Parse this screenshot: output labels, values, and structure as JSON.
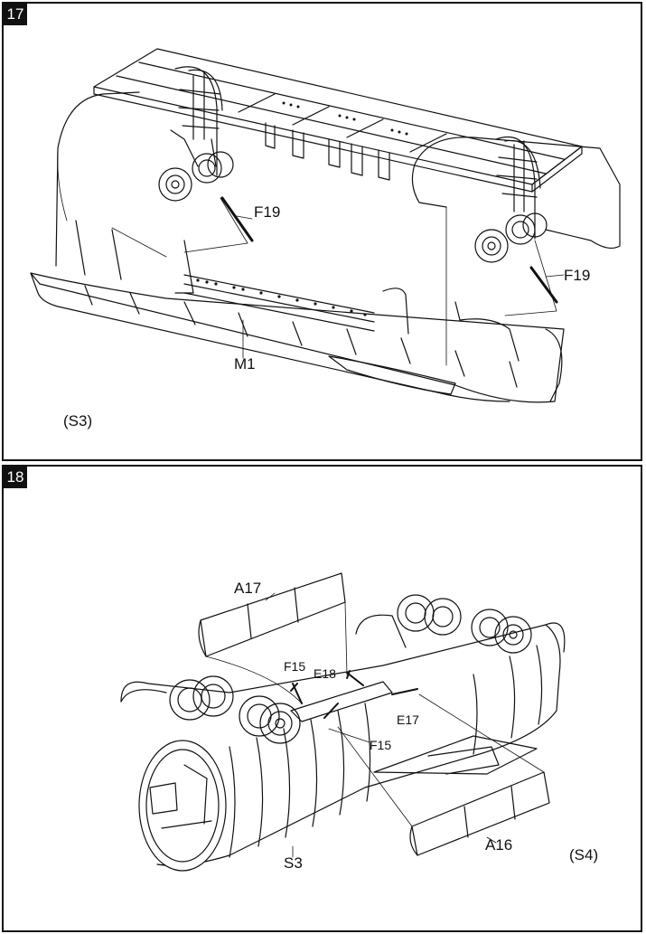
{
  "steps": [
    {
      "number": "17",
      "callouts": {
        "f19_a": "F19",
        "f19_b": "F19",
        "m1": "M1"
      },
      "reference": "(S3)"
    },
    {
      "number": "18",
      "callouts": {
        "a17": "A17",
        "f15_a": "F15",
        "e18": "E18",
        "e17": "E17",
        "f15_b": "F15",
        "s3": "S3",
        "a16": "A16"
      },
      "reference": "(S4)"
    }
  ]
}
